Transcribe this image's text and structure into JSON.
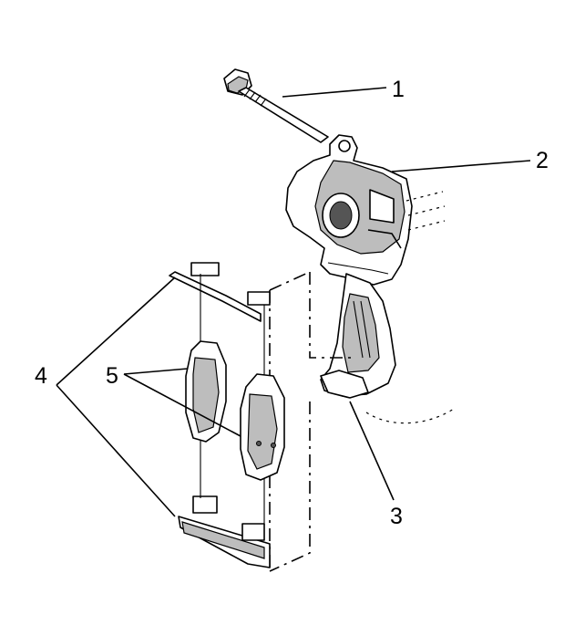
{
  "diagram": {
    "callouts": [
      {
        "id": "c1",
        "label": "1"
      },
      {
        "id": "c2",
        "label": "2"
      },
      {
        "id": "c3",
        "label": "3"
      },
      {
        "id": "c4",
        "label": "4"
      },
      {
        "id": "c5",
        "label": "5"
      }
    ],
    "parts": {
      "bolt": "guide-bolt",
      "caliper": "caliper-housing",
      "bracket": "caliper-bracket",
      "clips": "pad-retainer-clips",
      "pads": "brake-pads"
    }
  }
}
